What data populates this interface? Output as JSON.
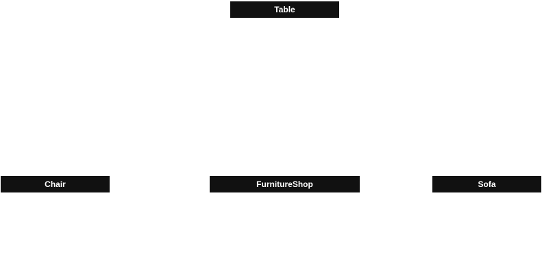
{
  "diagram": {
    "nodes": {
      "table": {
        "label": "Table"
      },
      "chair": {
        "label": "Chair"
      },
      "furniture_shop": {
        "label": "FurnitureShop"
      },
      "sofa": {
        "label": "Sofa"
      }
    },
    "colors": {
      "background": "#ffffff",
      "node_fill": "#111111",
      "node_text": "#ffffff"
    }
  }
}
